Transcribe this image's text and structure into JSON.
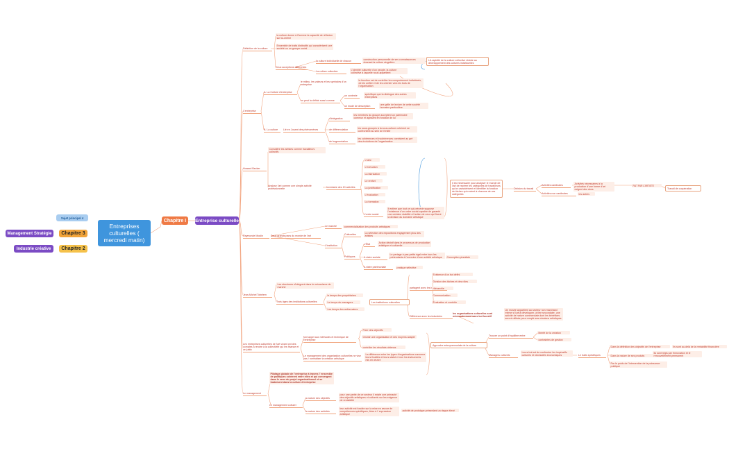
{
  "center": "Entreprises culturelles ( mercredi matin)",
  "left": {
    "sujet": "Sujet principal 4",
    "ch3": "Chapitre 3",
    "mgmt": "Management Stratégie",
    "ch2": "Chapitre 2",
    "ind": "Industrie créative"
  },
  "ch1": "Chapitre I",
  "ec": "Entreprise culturelle",
  "def": {
    "title": "Définition de la culture",
    "t1": "la culture donne à l'homme la capacité de réflexion sur lui-même",
    "t2": "Ensemble de traits distinctifs qui caractérisent une société ou un groupe social",
    "acc": "Deux acceptions différentes",
    "ind": "la culture individuelle de chacun",
    "ind_d": "construction personnelle de ses connaissances donnant la culture singulière",
    "col": "La culture collective",
    "col_d": "L'identité culturelle d'un peuple, la culture collective à laquelle nous appartient",
    "rap": "LA rapidité de la culture collective résiste au développement des cultures individuelles"
  },
  "entr": {
    "title": "L'entreprise",
    "a": "A. La Culture d'entreprise",
    "a1": "le milieu, les valeurs et les symboles d'un entreprise",
    "a1d": "la fonction est de contrôler les comportement individuels, de les unifier et de les orienter vers les buts de l'organisation",
    "def": "on peut la définir aussi comme",
    "ctx": "un contexte",
    "ctxd": "spécifique que la distingue des autres entreprises",
    "mode": "un mode de description",
    "moded": "une grille de lecture de cette société humaine particulière",
    "b": "B. La culture",
    "b1": "Lié en Jouant des phénomènes",
    "int": "d'intégration",
    "intd": "les membres du groupe acceptent un patrimoine commun et agissent en fonction de lui",
    "dif": "de différenciation",
    "difd": "les sous-groupes à la sous-culture cohérent se confrontent au sein de l'entité",
    "fra": "de fragmentation",
    "frad": "les cohérences et incohérences coexistent au gré des évolutions de l'organisation"
  },
  "becker": {
    "title": "Howard Becker",
    "c1": "Considère les artistes comme travailleurs collectifs",
    "c2": "Analyse l'art comme une simple activité professionnelle",
    "inv": "Inventaire des 10 activités",
    "acts": [
      "L'idée",
      "L'exécution",
      "La fabrication",
      "Le renfort",
      "La justification",
      "L'évaluation",
      "La formation",
      "L'ordre social"
    ],
    "os": "Il estime que tout ce qui précède suppose l'existence d'un ordre social capable de garantir une certaine stabilité à l'action de ceux qui fixent la division du domaine artistique",
    "nec": "Il est nécessaire pour analyser le monde de l'art de repérer les catégories de travailleurs qu'on caractérisent et identifier la fonction de tâches qui revient à chacune de ces catégories",
    "div": "Division du travail",
    "card": "Activités cardinales",
    "cardd": "Activités nécessaires à la production d'une forme d'art exigent des dons",
    "art": "FAIT PAR L'ARTISTE",
    "tc": "Travail de coopération",
    "non": "Activités non cardinales",
    "nond": "les autres"
  },
  "moulin": {
    "title": "Raymonde Moulin",
    "pol": "Deux grands pans du monde de l'art",
    "marche": "Le marché",
    "marched": "commercialisation des produits artistiques",
    "inst": "L'institution",
    "cult": "Culturelles",
    "cultd": "La sélection des expositions engagement plus des artistes",
    "etat": "L'État",
    "etatd": "Action décisif dans le processus de production artistique et culturelle",
    "pold": "Politiques",
    "soc": "A visée sociale",
    "socd": "Le partage à pas-petits égal entre tous les prétendants à l'exercice d'une activité artistique",
    "plur": "Conception pluraliste",
    "pat": "A visée patrimoniale",
    "patd": "pratique sélective"
  },
  "tobelem": {
    "title": "Jean-Michel Tobelem",
    "s1": "Les structures s'intègrent dans le mécanisme du marché",
    "s2": "Trois âges des institutions culturelles",
    "a1": "le temps des propriétaires",
    "a2": "Le temps du managers",
    "a3": "Les temps des actionnaires",
    "lic": "Les institutions culturelles",
    "part": "partagent avec les industries",
    "pts": [
      "Existence d'un but défini",
      "Division des tâches et des rôles",
      "Hiérarchie",
      "Communication",
      "Évaluation et contrôle"
    ],
    "diff": "Différence avec les industries",
    "org": "les organisations culturelles sont nécessairement sans but lucratif",
    "musee": "Un musée appartient au secteur non marchand même s'il peut développer, à titre secondaire, une activité de nature commerciale dont les bénéfices seront utilisés pour remplir ses missions artistiques"
  },
  "ent": {
    "title": "Les entreprises culturelles de l'art vivant ont des comptes à rendre à la collectivité qui les finance et ce justic",
    "f1": "font appel aux méthodes et technique de l'entreprise",
    "f1a": "Fixer des objectifs",
    "f1b": "Choisir une organisation et des moyens adapté",
    "f1c": "contrôler les résultats obtenus",
    "f2": "Le management des organisation culturelles ne vise pas / normaliser la création artistique",
    "f2d": "La différence entre les types d'organisations concerne leurs finalités et leurs statut et non les instruments mis en œuvre",
    "app": "Approche entrepreneuriale de la culture",
    "trou": "Trouver un point d'équilibre entre",
    "lib": "liberté de la création",
    "con": "contraintes de gestion",
    "mc": "Managers culturels",
    "lr": "Leurs but est de confronter les impératifs culturels et nécessités économiques",
    "tr": "Le traits spécifiques",
    "t1": "Dans la définition des objectifs de l'entreprise",
    "t1d": "Ils sont au-delà de la rentabilité financière",
    "t2": "Dans la nature de ses produits",
    "t2d": "Ils sont régis par l'innovation et le renouvellement permanent",
    "t3": "Par le poids de l'intervention de la puissance publique"
  },
  "mg": {
    "title": "Le management",
    "def": "Pilotage globale de l'entreprise à travers l' ensemble de politiques cohérent entre elles et qui convergent dans le sens du projet organisationnel et se traduisent dans la culture d'entreprise",
    "mc": "Le management culturel",
    "no": "la nature des objectifs",
    "nod": "pour une partie de ce secteur il existe une primauté des objectifs artistiques et culturels sur les exigence de rentabilité",
    "na": "la nature des activités",
    "nad": "leur activité est fondée sur la mise en œuvre de compétences spécifiques, liées à l' expression artistique",
    "nadd": "activité de prototype présentant un risque élevé"
  }
}
